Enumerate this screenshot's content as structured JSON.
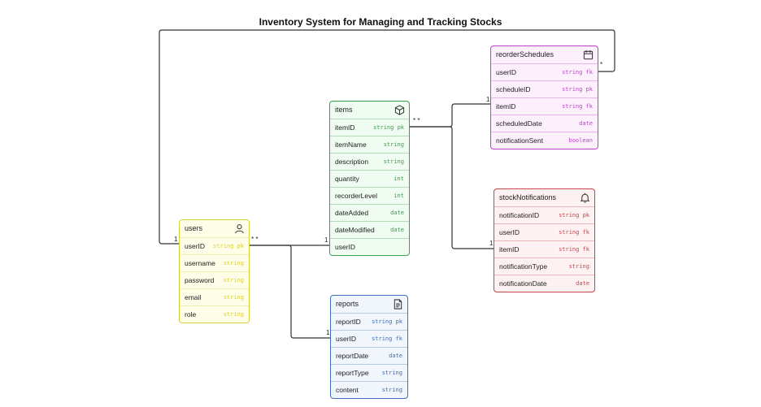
{
  "title": "Inventory System for Managing and Tracking Stocks",
  "entities": [
    {
      "id": "users",
      "name": "users",
      "icon": "person-icon",
      "color": "#d8cf3a",
      "bg": "#fefde7",
      "fields": [
        {
          "name": "userID",
          "type": "string pk"
        },
        {
          "name": "username",
          "type": "string"
        },
        {
          "name": "password",
          "type": "string"
        },
        {
          "name": "email",
          "type": "string"
        },
        {
          "name": "role",
          "type": "string"
        }
      ]
    },
    {
      "id": "items",
      "name": "items",
      "icon": "cube-icon",
      "color": "#3aa24b",
      "bg": "#f0fbf1",
      "fields": [
        {
          "name": "itemID",
          "type": "string pk"
        },
        {
          "name": "itemName",
          "type": "string"
        },
        {
          "name": "description",
          "type": "string"
        },
        {
          "name": "quantity",
          "type": "int"
        },
        {
          "name": "recorderLevel",
          "type": "int"
        },
        {
          "name": "dateAdded",
          "type": "date"
        },
        {
          "name": "dateModified",
          "type": "date"
        },
        {
          "name": "userID",
          "type": ""
        }
      ]
    },
    {
      "id": "reorderSchedules",
      "name": "reorderSchedules",
      "icon": "calendar-icon",
      "color": "#c23ecf",
      "bg": "#fcf0fd",
      "fields": [
        {
          "name": "userID",
          "type": "string fk"
        },
        {
          "name": "scheduleID",
          "type": "string pk"
        },
        {
          "name": "itemID",
          "type": "string fk"
        },
        {
          "name": "scheduledDate",
          "type": "date"
        },
        {
          "name": "notificationSent",
          "type": "boolean"
        }
      ]
    },
    {
      "id": "stockNotifications",
      "name": "stockNotifications",
      "icon": "bell-icon",
      "color": "#c8444a",
      "bg": "#fdf1f1",
      "fields": [
        {
          "name": "notificationID",
          "type": "string pk"
        },
        {
          "name": "userID",
          "type": "string fk"
        },
        {
          "name": "itemID",
          "type": "string fk"
        },
        {
          "name": "notificationType",
          "type": "string"
        },
        {
          "name": "notificationDate",
          "type": "date"
        }
      ]
    },
    {
      "id": "reports",
      "name": "reports",
      "icon": "document-icon",
      "color": "#3f6fb8",
      "bg": "#f1f5fc",
      "fields": [
        {
          "name": "reportID",
          "type": "string pk"
        },
        {
          "name": "userID",
          "type": "string fk"
        },
        {
          "name": "reportDate",
          "type": "date"
        },
        {
          "name": "reportType",
          "type": "string"
        },
        {
          "name": "content",
          "type": "string"
        }
      ]
    }
  ],
  "relationships": [
    {
      "id": "users-items",
      "from_label": "* *",
      "to_label": "1"
    },
    {
      "id": "users-reports",
      "from_label": "",
      "to_label": "1"
    },
    {
      "id": "items-schedules",
      "from_label": "* *",
      "to_label": "1"
    },
    {
      "id": "items-notifications",
      "from_label": "",
      "to_label": "1"
    },
    {
      "id": "schedules-users",
      "from_label": "*",
      "to_label": "1"
    }
  ]
}
